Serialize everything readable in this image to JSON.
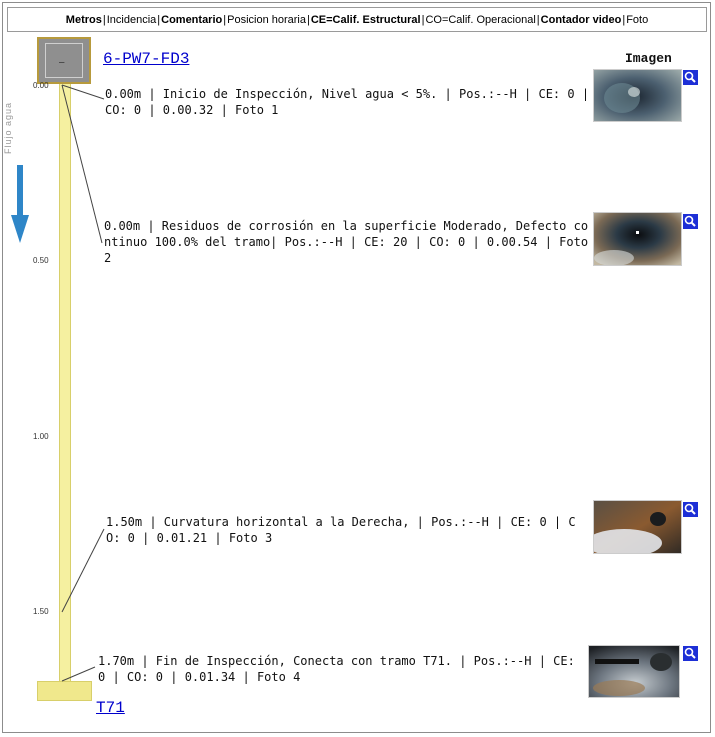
{
  "legend": {
    "metros": "Metros",
    "incidencia": "Incidencia",
    "comentario": "Comentario",
    "posicion": "Posicion horaria",
    "ce": "CE=Calif. Estructural",
    "co": "CO=Calif. Operacional",
    "contador": "Contador video",
    "foto": "Foto",
    "sep": " | "
  },
  "header_node": "6-PW7-FD3",
  "footer_node": "T71",
  "imagen_title": "Imagen",
  "flow_label": "Flujo agua",
  "scale_ticks": [
    "0.00",
    "0.50",
    "1.00",
    "1.50"
  ],
  "entries": [
    {
      "text": "0.00m | Inicio de Inspección, Nivel agua < 5%. | Pos.:--H | CE: 0 | CO: 0 | 0.00.32 | Foto 1"
    },
    {
      "text": "0.00m | Residuos de corrosión en la superficie Moderado, Defecto continuo 100.0% del tramo| Pos.:--H | CE: 20 | CO: 0 | 0.00.54 | Foto 2"
    },
    {
      "text": "1.50m | Curvatura horizontal a la Derecha, | Pos.:--H | CE: 0 | CO: 0 | 0.01.21 | Foto 3"
    },
    {
      "text": "1.70m | Fin de Inspección, Conecta con tramo T71. | Pos.:--H | CE: 0 | CO: 0 | 0.01.34 | Foto 4"
    }
  ],
  "colors": {
    "pipe": "#f5f0a0",
    "link": "#0000cc",
    "zoom": "#1d2fd6",
    "arrow": "#2e86c8"
  }
}
